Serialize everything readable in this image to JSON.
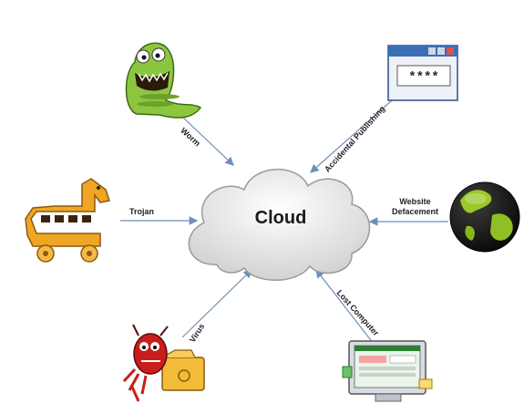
{
  "center": {
    "label": "Cloud"
  },
  "threats": [
    {
      "id": "worm",
      "label": "Worm",
      "icon": "worm-icon"
    },
    {
      "id": "accidental-publishing",
      "label": "Accidental Publishing",
      "icon": "password-window-icon"
    },
    {
      "id": "trojan",
      "label": "Trojan",
      "icon": "trojan-horse-icon"
    },
    {
      "id": "website-defacement",
      "label_line1": "Website",
      "label_line2": "Defacement",
      "icon": "globe-icon"
    },
    {
      "id": "virus",
      "label": "Virus",
      "icon": "virus-bug-icon"
    },
    {
      "id": "lost-computer",
      "label": "Lost Computer",
      "icon": "computer-monitor-icon"
    }
  ],
  "password_mask": "****",
  "colors": {
    "arrow": "#6d8fb8",
    "cloud_fill": "#e6e6e6",
    "cloud_stroke": "#9a9a9a"
  }
}
